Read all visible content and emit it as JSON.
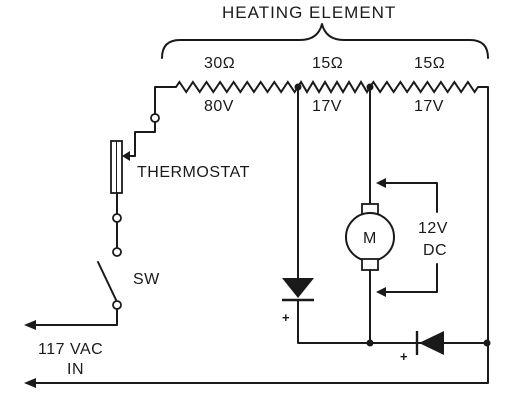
{
  "title": "HEATING ELEMENT",
  "resistors": [
    {
      "ohms": "30Ω",
      "volts": "80V"
    },
    {
      "ohms": "15Ω",
      "volts": "17V"
    },
    {
      "ohms": "15Ω",
      "volts": "17V"
    }
  ],
  "thermostat_label": "THERMOSTAT",
  "switch_label": "SW",
  "motor_label": "M",
  "motor_voltage": {
    "line1": "12V",
    "line2": "DC"
  },
  "input_label": {
    "line1": "117 VAC",
    "line2": "IN"
  },
  "polarity_plus": "+"
}
